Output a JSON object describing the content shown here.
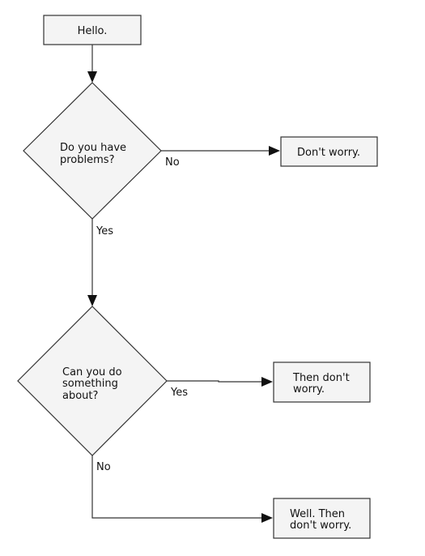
{
  "nodes": {
    "hello": {
      "label": "Hello."
    },
    "q1": {
      "lines": [
        "Do you have",
        "problems?"
      ]
    },
    "dont_worry": {
      "label": "Don't worry."
    },
    "q2": {
      "lines": [
        "Can you do",
        "something",
        "about?"
      ]
    },
    "then_dont_worry": {
      "lines": [
        "Then don't",
        "worry."
      ]
    },
    "well_then": {
      "lines": [
        "Well. Then",
        "don't worry."
      ]
    }
  },
  "edges": {
    "q1_no": "No",
    "q1_yes": "Yes",
    "q2_yes": "Yes",
    "q2_no": "No"
  },
  "colors": {
    "node_fill": "#f4f4f4",
    "stroke": "#333333",
    "text": "#111111"
  }
}
